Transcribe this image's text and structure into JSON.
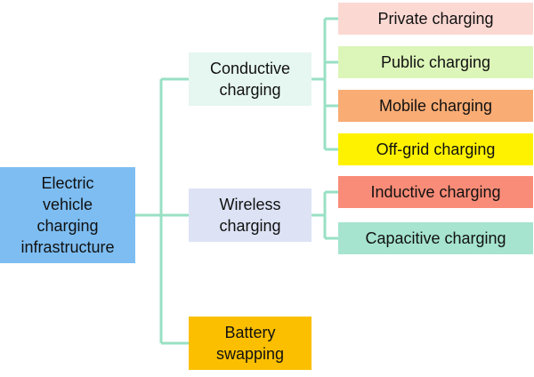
{
  "root": {
    "label_lines": [
      "Electric",
      "vehicle",
      "charging",
      "infrastructure"
    ],
    "color": "#7dbdf2"
  },
  "categories": [
    {
      "id": "conductive",
      "label_lines": [
        "Conductive",
        "charging"
      ],
      "color": "#e6f6f0",
      "children": [
        {
          "label": "Private charging",
          "color": "#fcd8d3"
        },
        {
          "label": "Public charging",
          "color": "#dcf5b8"
        },
        {
          "label": "Mobile charging",
          "color": "#f9ac74"
        },
        {
          "label": "Off-grid charging",
          "color": "#fff200"
        }
      ]
    },
    {
      "id": "wireless",
      "label_lines": [
        "Wireless",
        "charging"
      ],
      "color": "#dde3f5",
      "children": [
        {
          "label": "Inductive charging",
          "color": "#f98c78"
        },
        {
          "label": "Capacitive charging",
          "color": "#a6e4cf"
        }
      ]
    },
    {
      "id": "battery",
      "label_lines": [
        "Battery",
        "swapping"
      ],
      "color": "#fbbf00",
      "children": []
    }
  ],
  "connector_color": "#98e0c4"
}
